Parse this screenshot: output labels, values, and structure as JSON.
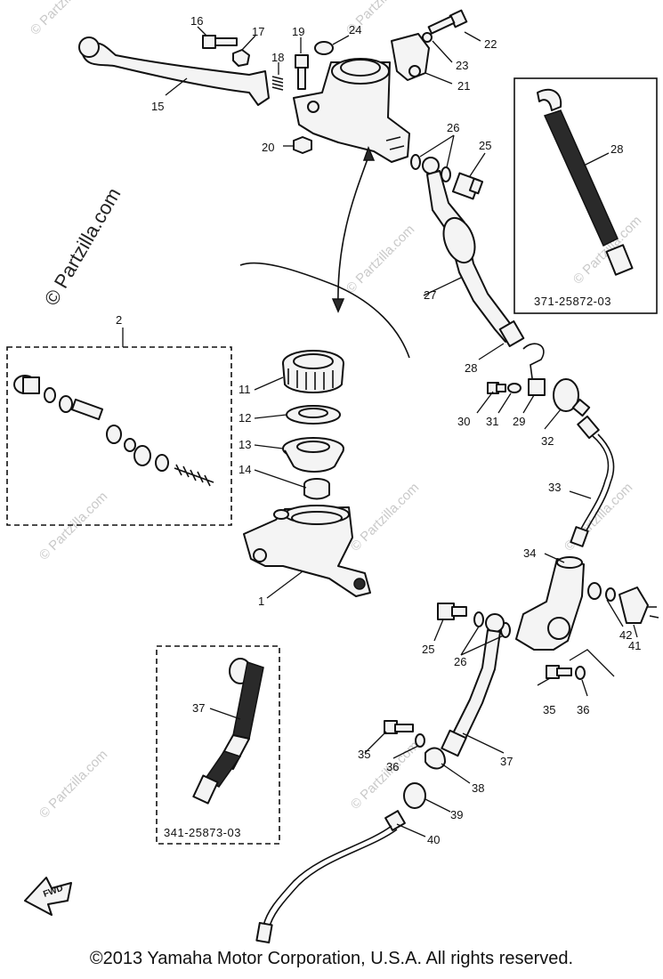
{
  "watermark_text": "© Partzilla.com",
  "side_watermark": "© Partzilla.com",
  "fwd_label": "FWD",
  "inset_codes": {
    "top_right": "371-25872-03",
    "bottom_left": "341-25873-03"
  },
  "callouts": {
    "c1": "1",
    "c2": "2",
    "c11": "11",
    "c12": "12",
    "c13": "13",
    "c14": "14",
    "c15": "15",
    "c16": "16",
    "c17": "17",
    "c18": "18",
    "c19": "19",
    "c20": "20",
    "c21": "21",
    "c22": "22",
    "c23": "23",
    "c24": "24",
    "c25a": "25",
    "c25b": "25",
    "c26a": "26",
    "c26b": "26",
    "c27": "27",
    "c28a": "28",
    "c28b": "28",
    "c29": "29",
    "c30": "30",
    "c31": "31",
    "c32": "32",
    "c33": "33",
    "c34": "34",
    "c35a": "35",
    "c35b": "35",
    "c36a": "36",
    "c36b": "36",
    "c37a": "37",
    "c37b": "37",
    "c38": "38",
    "c39": "39",
    "c40": "40",
    "c41": "41",
    "c42": "42"
  },
  "copyright": "©2013 Yamaha Motor Corporation, U.S.A. All rights reserved."
}
